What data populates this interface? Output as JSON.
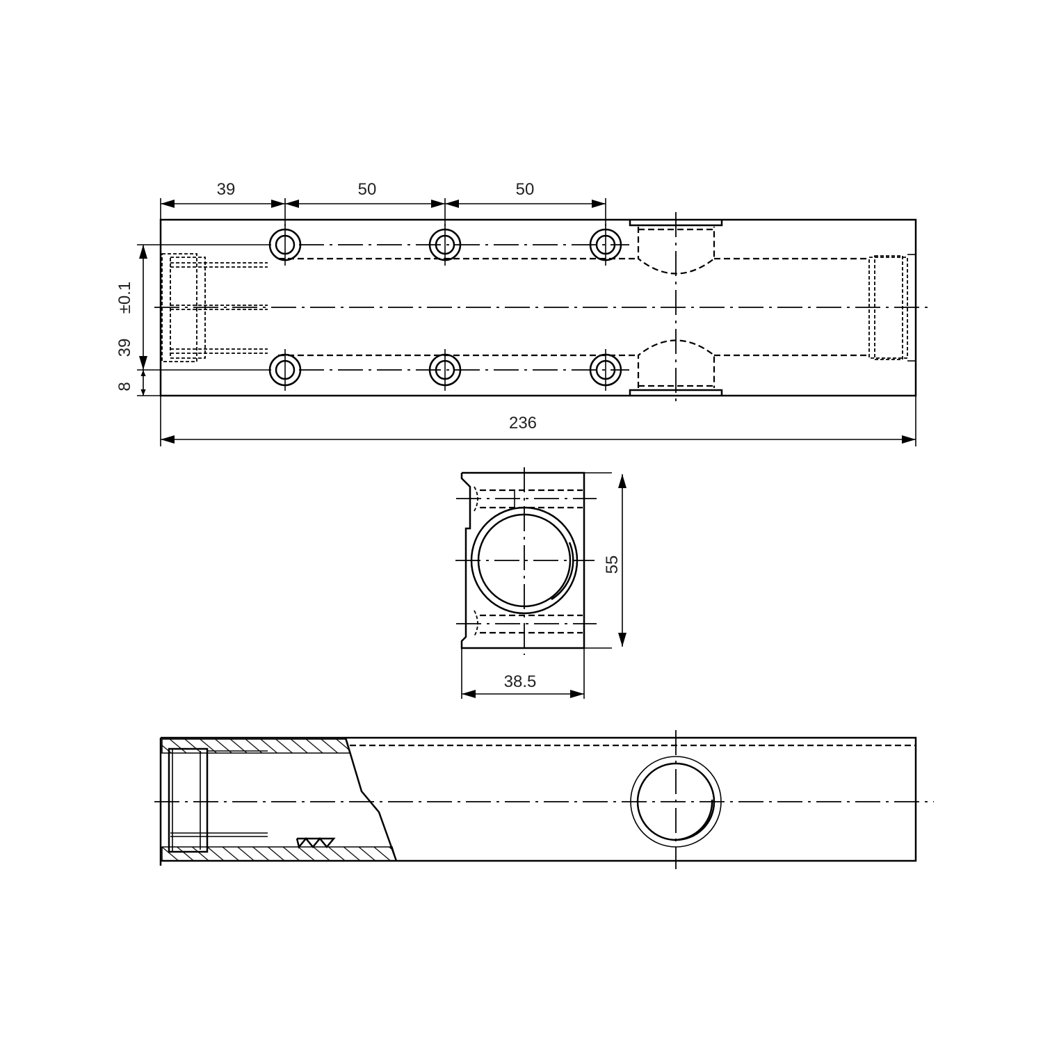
{
  "drawing": {
    "top_view": {
      "dims": {
        "d1": "39",
        "d2": "50",
        "d3": "50",
        "length": "236",
        "height": "39",
        "tolerance": "±0.1",
        "edge": "8"
      }
    },
    "end_view": {
      "dims": {
        "height": "55",
        "width": "38.5"
      }
    },
    "side_view": {}
  }
}
